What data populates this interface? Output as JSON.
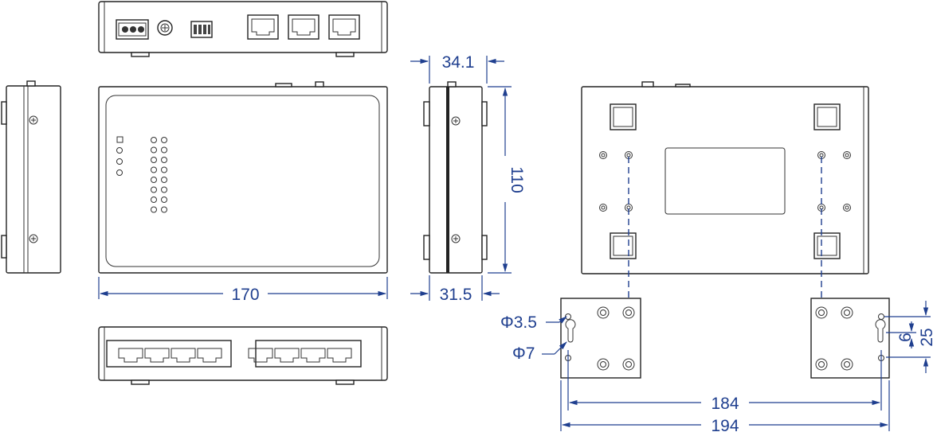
{
  "colors": {
    "dimension": "#1f3f8f",
    "outline": "#222222",
    "background": "#ffffff"
  },
  "dimensions": {
    "top_view_depth": "34.1",
    "side_view_height": "110",
    "front_view_width": "170",
    "side_view_depth": "31.5",
    "hole_small_diameter": "Φ3.5",
    "hole_large_diameter": "Φ7",
    "bracket_vertical_pitch": "25",
    "slot_length": "6",
    "hole_spacing_inner": "184",
    "bracket_span_outer": "194"
  },
  "icons": [
    "screw-icon",
    "rj45-port-icon",
    "dip-switch-icon",
    "power-terminal-icon",
    "led-indicator-icon",
    "mounting-hole-icon",
    "keyhole-slot-icon"
  ]
}
